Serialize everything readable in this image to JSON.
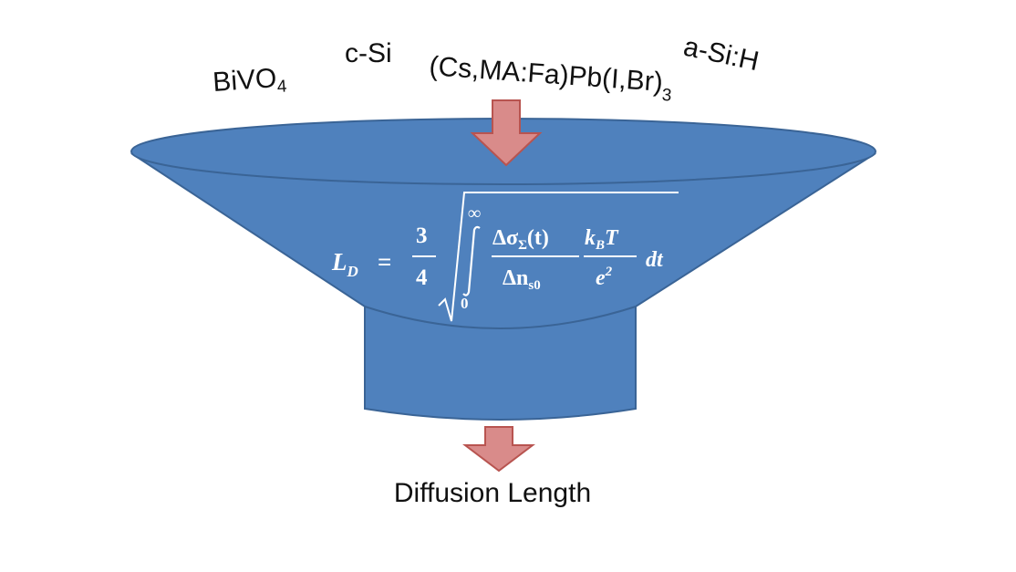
{
  "materials": [
    {
      "base": "BiVO",
      "sub": "4"
    },
    {
      "base": "c-Si",
      "sub": ""
    },
    {
      "base": "(Cs,MA:Fa)Pb(I,Br)",
      "sub": "3"
    },
    {
      "base": "a-Si:H",
      "sub": ""
    }
  ],
  "formula": {
    "lhs": "L",
    "lhs_sub": "D",
    "equals": "=",
    "coef_num": "3",
    "coef_den": "4",
    "int_upper": "∞",
    "int_lower": "0",
    "frac1_num": "Δσ",
    "frac1_num_sub": "Σ",
    "frac1_num_tail": "(t)",
    "frac1_den": "Δn",
    "frac1_den_sub": "s0",
    "frac2_num": "k",
    "frac2_num_sub": "B",
    "frac2_num_tail": "T",
    "frac2_den": "e",
    "frac2_den_sup": "2",
    "diff": "dt"
  },
  "output_label": "Diffusion Length",
  "colors": {
    "funnel_fill": "#4F81BD",
    "funnel_stroke": "#3A6496",
    "arrow_fill": "#D98B8A",
    "arrow_stroke": "#B85450"
  }
}
